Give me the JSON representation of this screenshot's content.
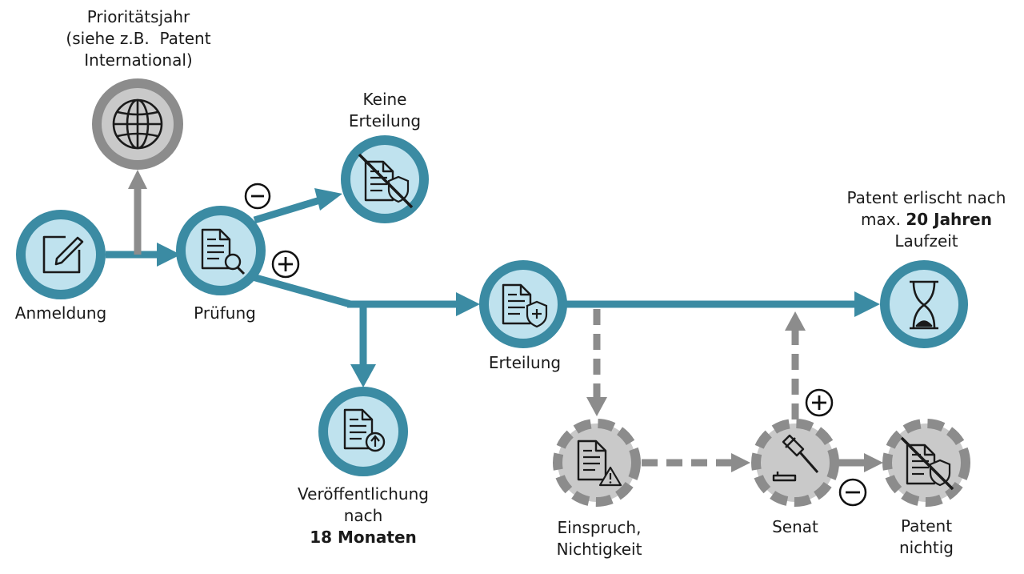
{
  "colors": {
    "teal": "#3b8ba3",
    "teal_fill": "#bfe2ee",
    "grey": "#8c8c8c",
    "grey_fill": "#c9c9c9",
    "ink": "#1a1a1a"
  },
  "nodes": {
    "priority": {
      "icon": "globe-icon",
      "lines": [
        "Prioritätsjahr",
        "(siehe z.B.  Patent",
        "International)"
      ]
    },
    "no_grant": {
      "icon": "document-shield-crossed-icon",
      "lines": [
        "Keine",
        "Erteilung"
      ]
    },
    "filing": {
      "icon": "edit-pencil-icon",
      "label": "Anmeldung"
    },
    "examination": {
      "icon": "document-search-icon",
      "label": "Prüfung"
    },
    "grant": {
      "icon": "document-shield-plus-icon",
      "label": "Erteilung"
    },
    "expiry": {
      "icon": "hourglass-icon",
      "line1": "Patent erlischt nach",
      "line2_prefix": "max. ",
      "line2_bold": "20 Jahren",
      "line3": "Laufzeit"
    },
    "publication": {
      "icon": "document-upload-icon",
      "line1": "Veröffentlichung",
      "line2": "nach",
      "line3_bold": "18 Monaten"
    },
    "opposition": {
      "icon": "document-warning-icon",
      "lines": [
        "Einspruch,",
        "Nichtigkeit"
      ]
    },
    "senate": {
      "icon": "gavel-icon",
      "label": "Senat"
    },
    "void": {
      "icon": "document-shield-crossed-icon",
      "lines": [
        "Patent",
        "nichtig"
      ]
    }
  },
  "symbols": {
    "plus": "+",
    "minus": "-"
  }
}
